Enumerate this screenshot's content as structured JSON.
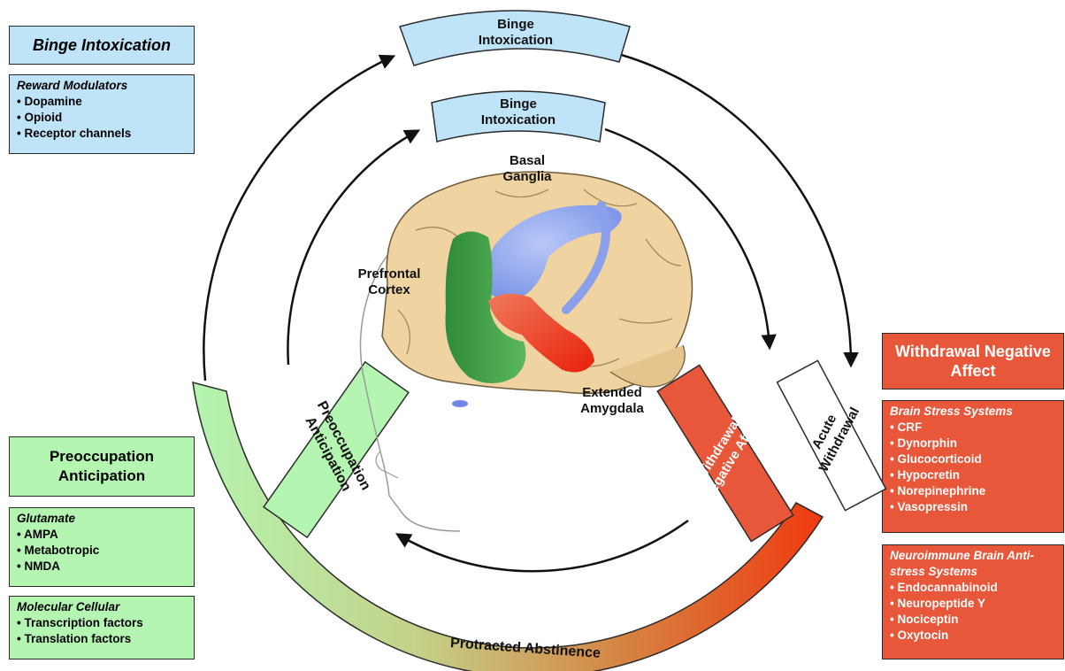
{
  "left_panel": {
    "binge_title": "Binge Intoxication",
    "reward": {
      "title": "Reward Modulators",
      "items": [
        "Dopamine",
        "Opioid",
        "Receptor channels"
      ]
    },
    "preoccupation_title": "Preoccupation Anticipation",
    "glutamate": {
      "title": "Glutamate",
      "items": [
        "AMPA",
        "Metabotropic",
        "NMDA"
      ]
    },
    "molecular": {
      "title": "Molecular Cellular",
      "items": [
        "Transcription factors",
        "Translation factors"
      ]
    }
  },
  "right_panel": {
    "withdrawal_title": "Withdrawal Negative Affect",
    "stress": {
      "title": "Brain Stress Systems",
      "items": [
        "CRF",
        "Dynorphin",
        "Glucocorticoid",
        "Hypocretin",
        "Norepinephrine",
        "Vasopressin"
      ]
    },
    "neuro": {
      "title": "Neuroimmune Brain Anti-stress Systems",
      "items": [
        "Endocannabinoid",
        "Neuropeptide Y",
        "Nociceptin",
        "Oxytocin"
      ]
    }
  },
  "cycle": {
    "outer_binge": [
      "Binge",
      "Intoxication"
    ],
    "inner_binge": [
      "Binge",
      "Intoxication"
    ],
    "inner_withdrawal": [
      "Withdrawal",
      "Negative Affect"
    ],
    "acute_withdrawal": [
      "Acute",
      "Withdrawal"
    ],
    "inner_preoccupation": [
      "Preoccupation",
      "Anticipation"
    ],
    "protracted": "Protracted Abstinence"
  },
  "brain_labels": {
    "basal": [
      "Basal",
      "Ganglia"
    ],
    "prefrontal": [
      "Prefrontal",
      "Cortex"
    ],
    "amygdala": [
      "Extended",
      "Amygdala"
    ]
  },
  "colors": {
    "blue": "#bfe4f8",
    "green": "#b3f5b1",
    "red": "#e8573a",
    "brain": "#efd3a0"
  }
}
